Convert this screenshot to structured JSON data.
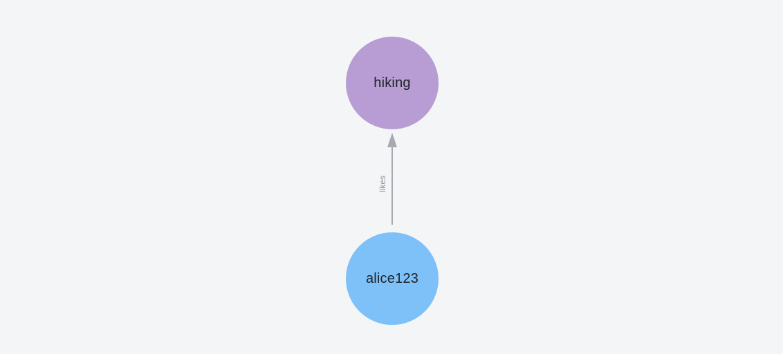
{
  "canvas": {
    "background": "#f4f5f6"
  },
  "graph": {
    "nodes": [
      {
        "id": "hiking",
        "label": "hiking",
        "color": "#b89dd4",
        "text_color": "#1f2125"
      },
      {
        "id": "alice123",
        "label": "alice123",
        "color": "#7dc1f8",
        "text_color": "#1f2125"
      }
    ],
    "edges": [
      {
        "from": "alice123",
        "to": "hiking",
        "label": "likes",
        "color": "#a6a9b0",
        "label_color": "#8d919a"
      }
    ]
  }
}
